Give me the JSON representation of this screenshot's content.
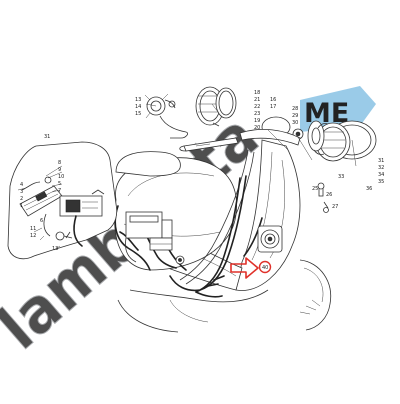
{
  "watermark": {
    "main_text": "lambretta",
    "badge_text": "ME",
    "colors": {
      "main": "#b7b9bc",
      "badge_bg": "#8fc5e6",
      "badge_text": "#ffffff"
    }
  },
  "highlight": {
    "color": "#e0312a"
  },
  "callouts": {
    "group_top_left": [
      "13",
      "14",
      "15"
    ],
    "group_top_center": [
      "18",
      "21",
      "22",
      "23",
      "19",
      "20"
    ],
    "group_top_right": [
      "16",
      "17"
    ],
    "headlamp_left": [
      "28",
      "29",
      "30"
    ],
    "headlamp_right": [
      "31",
      "32",
      "33",
      "34",
      "35",
      "36"
    ],
    "ref_25": "25",
    "ref_26": "26",
    "ref_27": "27",
    "inset_ref": "31",
    "inset_labels": [
      "8",
      "9",
      "10",
      "5",
      "7",
      "4",
      "3",
      "2",
      "1",
      "6",
      "11",
      "12",
      "13"
    ],
    "highlighted_ref": "40"
  }
}
